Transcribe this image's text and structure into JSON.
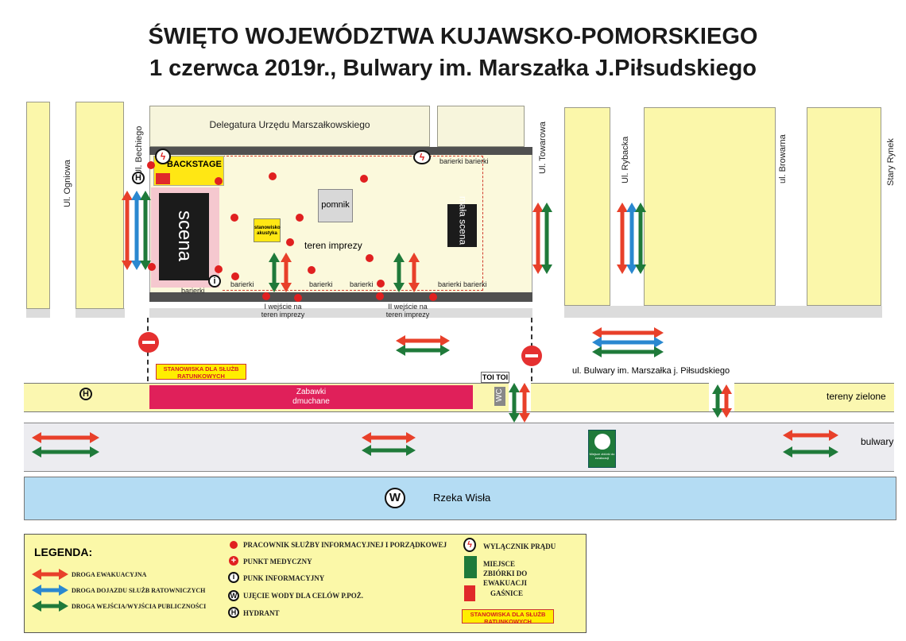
{
  "title": {
    "line1": "ŚWIĘTO WOJEWÓDZTWA KUJAWSKO-POMORSKIEGO",
    "line2": "1 czerwca 2019r., Bulwary im. Marszałka J.Piłsudskiego"
  },
  "streets": {
    "ogniowa": "Ul. Ogniowa",
    "bechiego": "Ul. Bechiego",
    "towarowa": "Ul. Towarowa",
    "rybacka": "Ul. Rybacka",
    "browarna": "ul. Browarna",
    "stary_rynek": "Stary Rynek",
    "bulwary_street": "ul. Bulwary im. Marszałka j. Piłsudskiego"
  },
  "areas": {
    "delegatura": "Delegatura Urzędu Marszałkowskiego",
    "backstage": "BACKSTAGE",
    "scena": "scena",
    "mala_scena": "mała scena",
    "pomnik": "pomnik",
    "stanowisko_akustyka": "stanowisko akustyka",
    "teren_imprezy": "teren imprezy",
    "barierki": "barierki",
    "wejscie1": "I wejście na teren imprezy",
    "wejscie2": "II wejście na teren imprezy",
    "stanowiska": "STANOWISKA DLA SŁUŻB RATUNKOWYCH",
    "zabawki": "Zabawki dmuchane",
    "toi": "TOI TOI",
    "wc": "WC",
    "tereny_zielone": "tereny zielone",
    "bulwary": "bulwary",
    "rzeka": "Rzeka Wisła",
    "miejsce_zbiorki_sign": "Miejsce zbiórki do ewakuacji"
  },
  "icons": {
    "hydrant": "H",
    "info": "i",
    "water": "W"
  },
  "legend": {
    "title": "LEGENDA:",
    "arrows": [
      {
        "label": "DROGA EWAKUACYJNA",
        "color": "#e8402a"
      },
      {
        "label": "DROGA DOJAZDU SŁUŻB RATOWNICZYCH",
        "color": "#2a88d0"
      },
      {
        "label": "DROGA WEJŚCIA/WYJŚCIA PUBLICZNOŚCI",
        "color": "#1f7a3a"
      }
    ],
    "pracownik": "PRACOWNIK SŁUŻBY INFORMACYJNEJ I PORZĄDKOWEJ",
    "punkt_medyczny": "PUNKT MEDYCZNY",
    "punkt_info": "PUNK INFORMACYJNY",
    "ujecie_wody": "UJĘCIE WODY DLA CELÓW P.POŻ.",
    "hydrant": "HYDRANT",
    "wylacznik": "WYLĄCZNIK PRĄDU",
    "miejsce_zbiorki": "MIEJSCE ZBIÓRKI DO EWAKUACJI",
    "gasnice": "GAŚNICE",
    "stanowiska": "STANOWISKA DLA SŁUŻB RATUNKOWYCH"
  },
  "colors": {
    "building": "#fbf7aa",
    "river": "#b4dcf3",
    "zabawki": "#e0205a",
    "evac": "#e8402a",
    "rescue": "#2a88d0",
    "public": "#1f7a3a"
  }
}
